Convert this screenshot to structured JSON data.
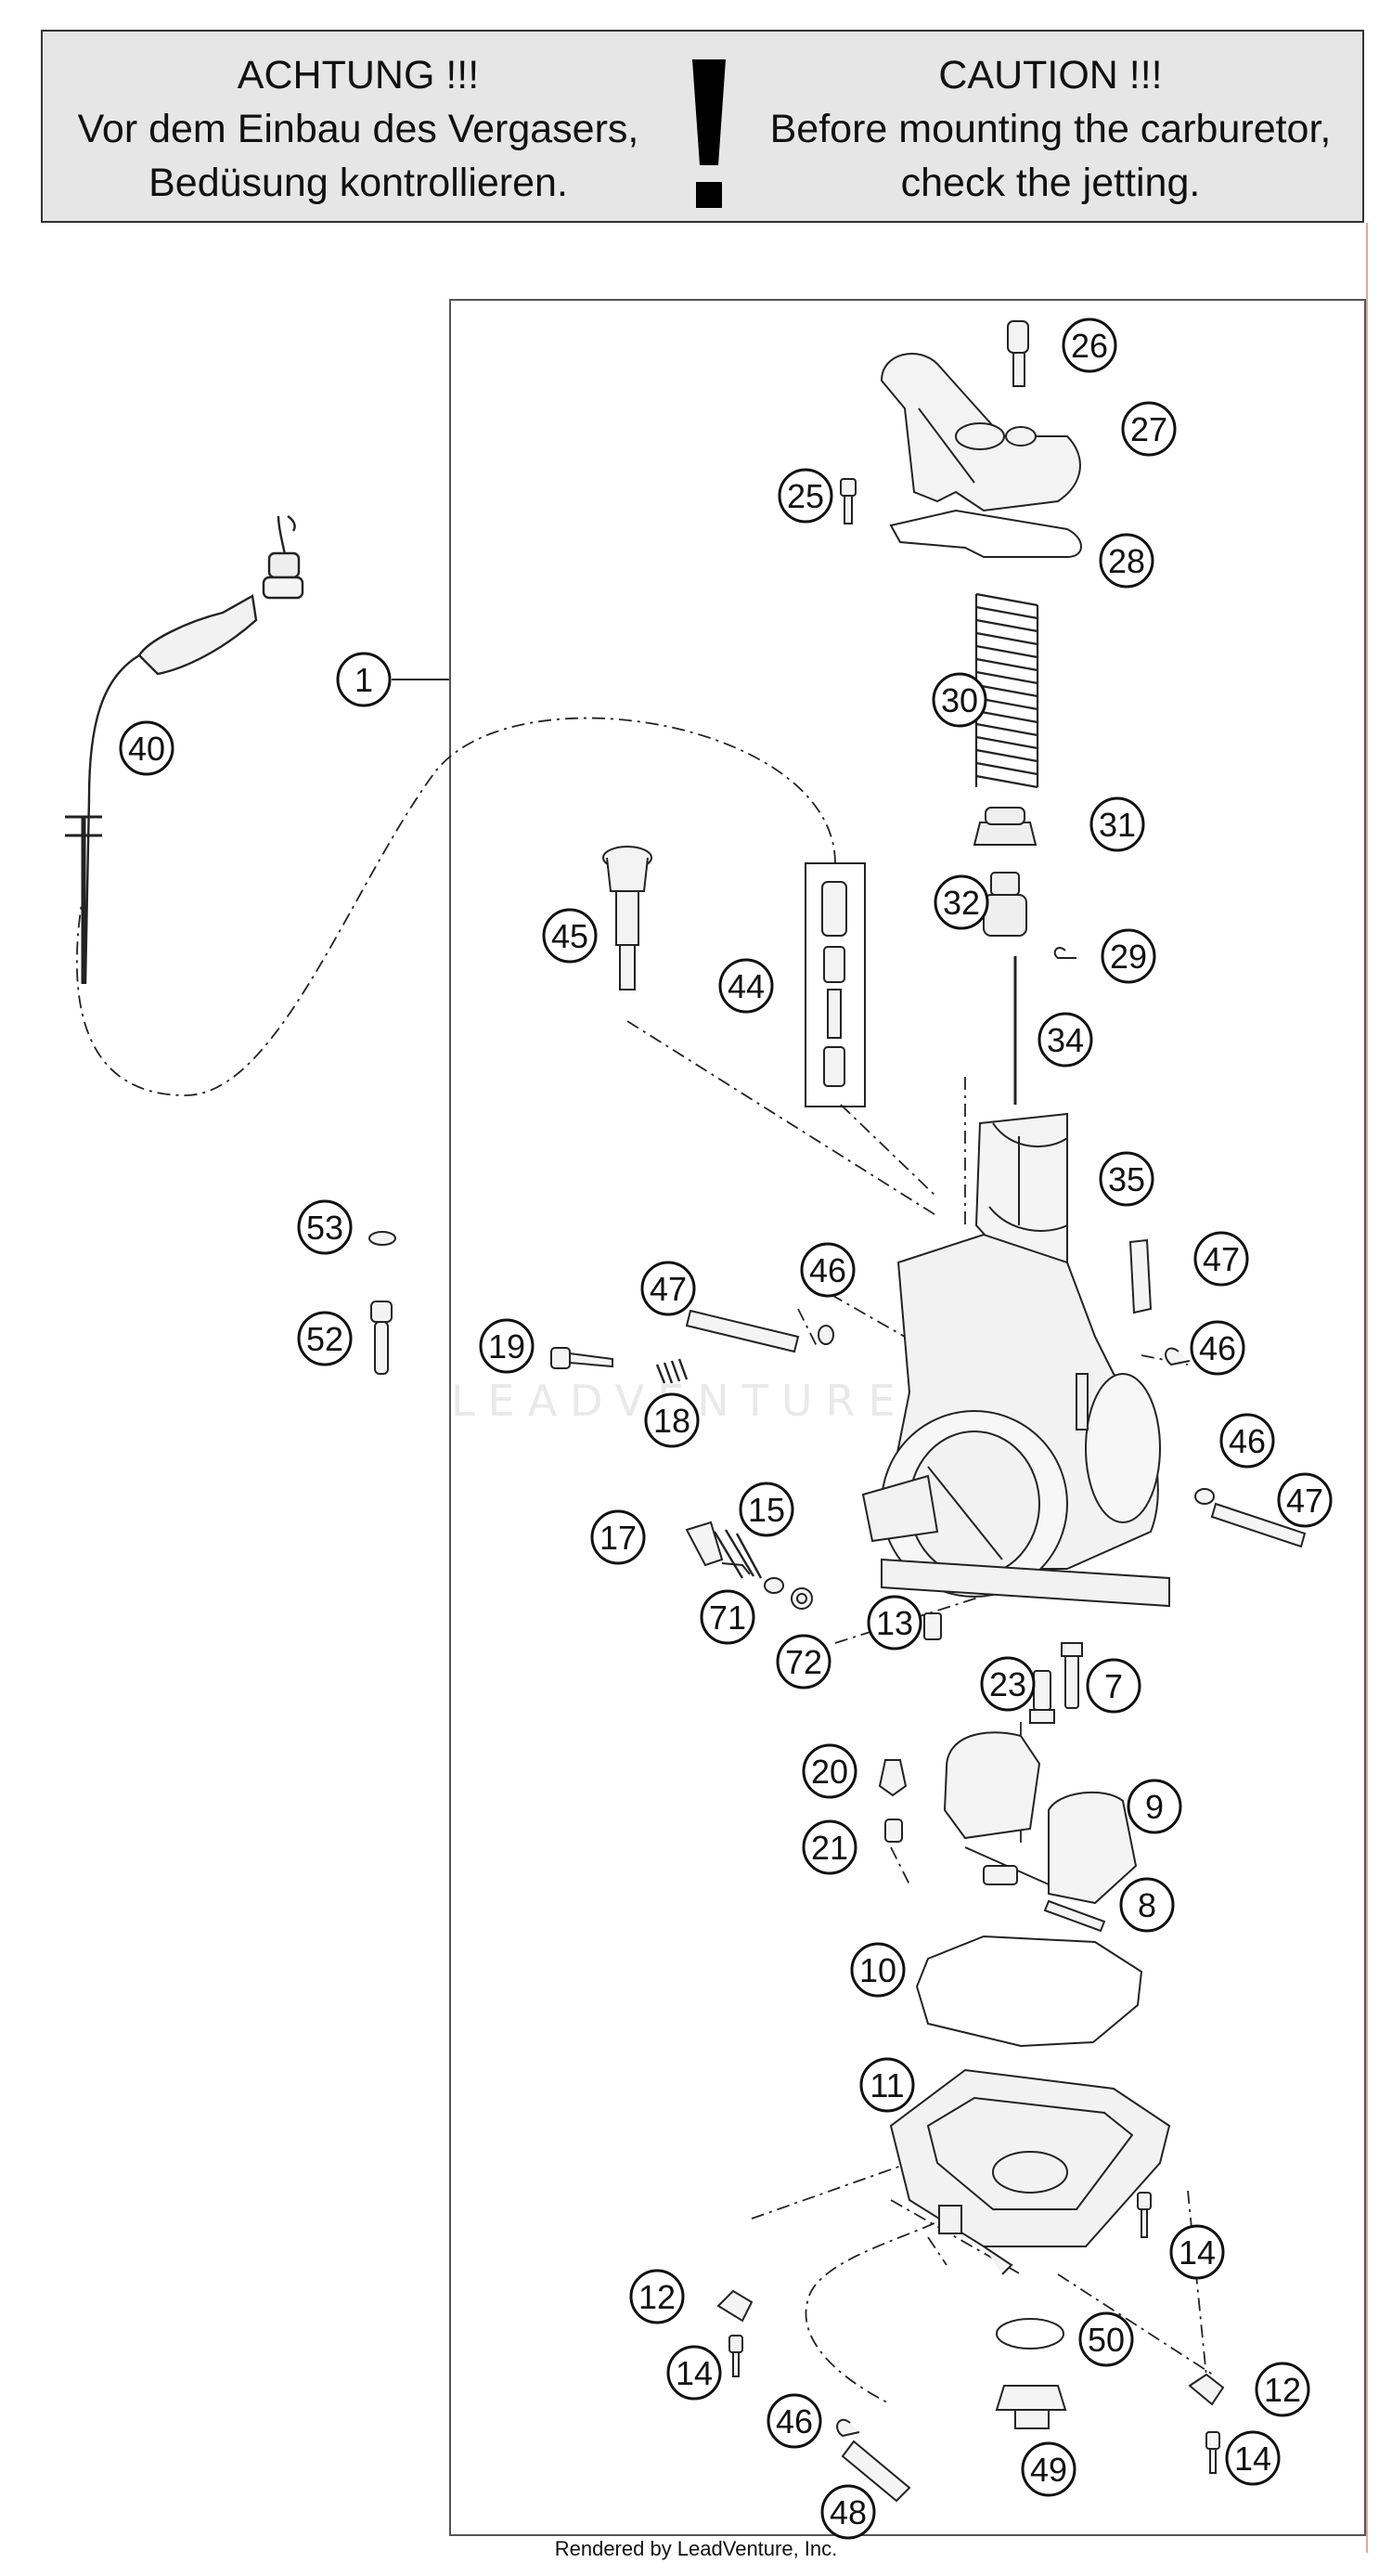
{
  "caution": {
    "de_title": "ACHTUNG !!!",
    "de_line1": "Vor dem Einbau des Vergasers,",
    "de_line2": "Bedüsung kontrollieren.",
    "en_title": "CAUTION !!!",
    "en_line1": "Before mounting the carburetor,",
    "en_line2": "check the jetting."
  },
  "watermark": "LEADVENTURE",
  "footer": "Rendered by LeadVenture, Inc.",
  "callouts": [
    {
      "label": "26"
    },
    {
      "label": "27"
    },
    {
      "label": "25"
    },
    {
      "label": "28"
    },
    {
      "label": "1"
    },
    {
      "label": "30"
    },
    {
      "label": "40"
    },
    {
      "label": "31"
    },
    {
      "label": "32"
    },
    {
      "label": "29"
    },
    {
      "label": "45"
    },
    {
      "label": "44"
    },
    {
      "label": "34"
    },
    {
      "label": "35"
    },
    {
      "label": "53"
    },
    {
      "label": "47"
    },
    {
      "label": "46"
    },
    {
      "label": "47"
    },
    {
      "label": "52"
    },
    {
      "label": "46"
    },
    {
      "label": "19"
    },
    {
      "label": "18"
    },
    {
      "label": "46"
    },
    {
      "label": "47"
    },
    {
      "label": "17"
    },
    {
      "label": "15"
    },
    {
      "label": "71"
    },
    {
      "label": "13"
    },
    {
      "label": "72"
    },
    {
      "label": "23"
    },
    {
      "label": "7"
    },
    {
      "label": "20"
    },
    {
      "label": "9"
    },
    {
      "label": "21"
    },
    {
      "label": "8"
    },
    {
      "label": "10"
    },
    {
      "label": "11"
    },
    {
      "label": "14"
    },
    {
      "label": "12"
    },
    {
      "label": "50"
    },
    {
      "label": "14"
    },
    {
      "label": "46"
    },
    {
      "label": "12"
    },
    {
      "label": "49"
    },
    {
      "label": "14"
    },
    {
      "label": "48"
    }
  ]
}
